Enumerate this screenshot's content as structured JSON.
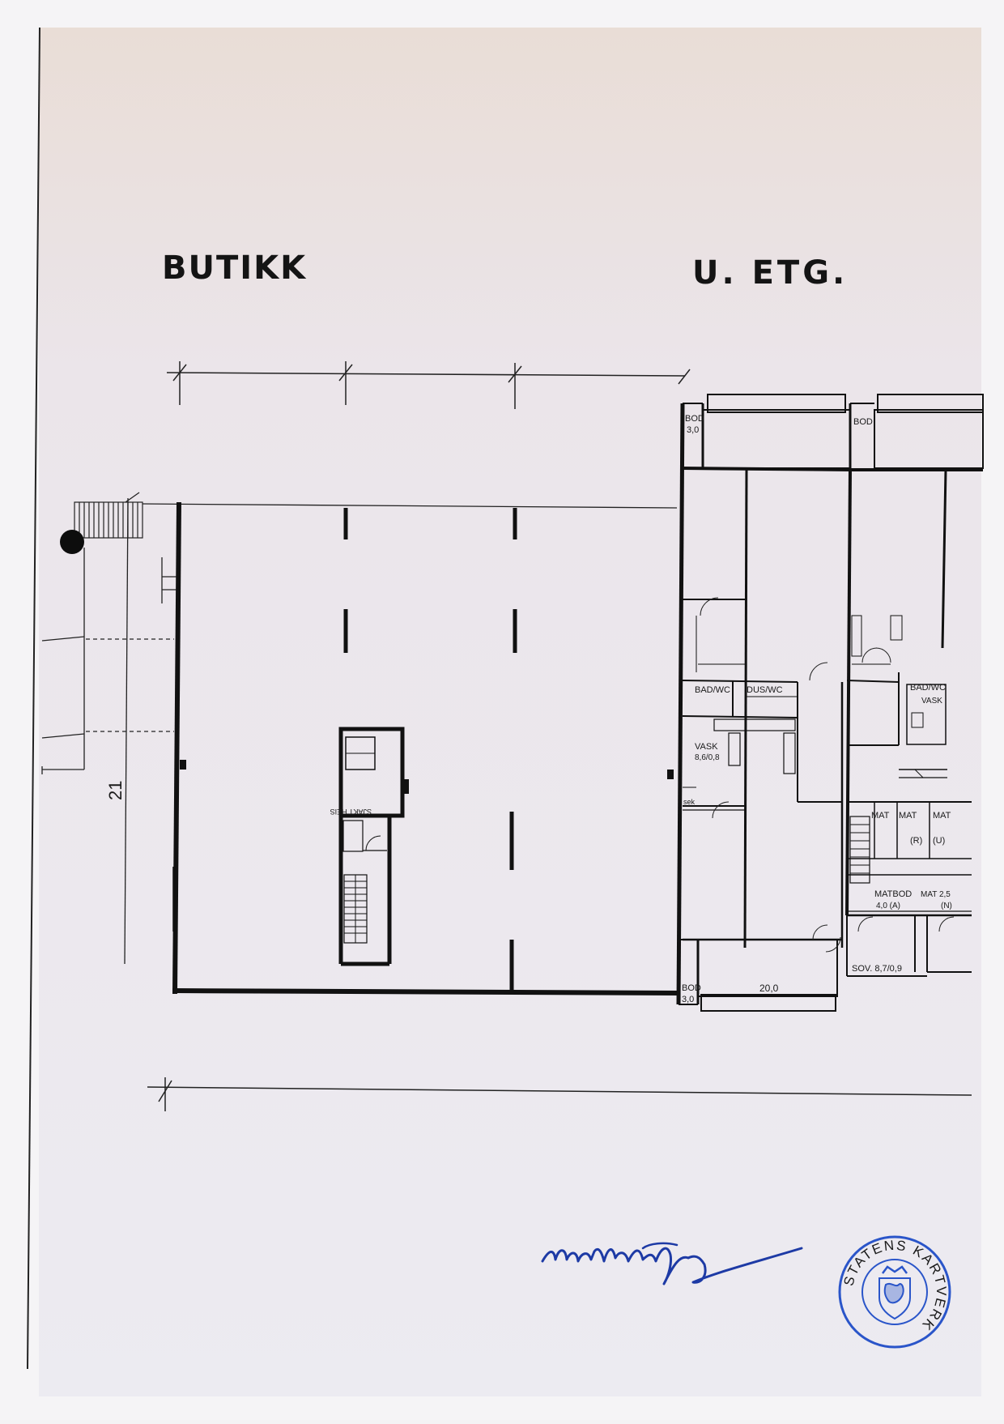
{
  "drawing": {
    "title_left": "BUTIKK",
    "title_right": "U. ETG.",
    "labels": {
      "dim_21": "21",
      "bod_top_1": "BOD",
      "bod_top_1_val": "3,0",
      "bod_top_2": "BOD",
      "bod_bottom": "BOD",
      "bod_bottom_val": "3,0",
      "area_20": "20,0",
      "bad_wc_1": "BAD/WC",
      "dus_wc": "DUS/WC",
      "vask_1": "VASK",
      "vask_1_val": "8,6/0,8",
      "bad_wc_2": "BAD/WC",
      "vask_2": "VASK",
      "mat_1": "MAT",
      "mat_2": "MAT",
      "mat_2_sub": "(R)",
      "mat_3": "MAT",
      "mat_3_sub": "(U)",
      "matbod": "MATBOD",
      "matbod_val": "4,0 (A)",
      "mat_25": "MAT 2,5",
      "mat_25_sub": "(N)",
      "sov": "SOV. 8,7/0,9",
      "sek": "sek",
      "heis_sjakt": "SJAKT HEIS"
    }
  },
  "stamp": {
    "text": "STATENS KARTVERK"
  },
  "colors": {
    "paper_top": "#e9ddd6",
    "paper": "#ecebf1",
    "ink": "#151515",
    "signature": "#1d3aa5",
    "stamp": "#2a55c9"
  }
}
